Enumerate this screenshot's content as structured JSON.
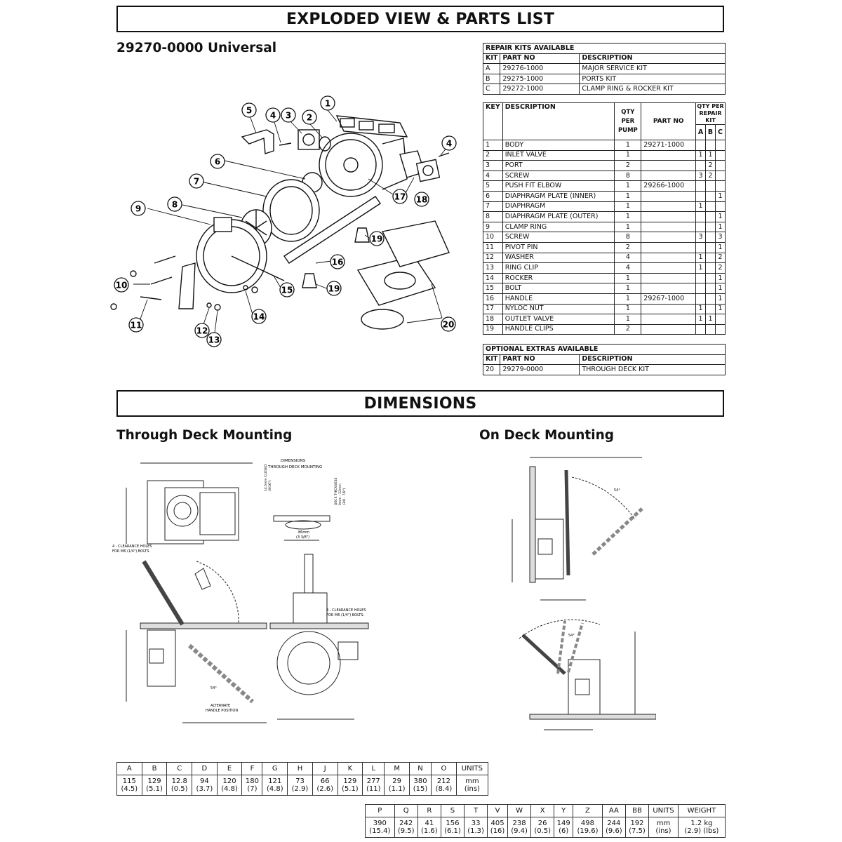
{
  "banners": {
    "parts": "EXPLODED VIEW & PARTS LIST",
    "dims": "DIMENSIONS"
  },
  "model": "29270-0000 Universal",
  "headings": {
    "through": "Through Deck Mounting",
    "ondeck": "On Deck Mounting"
  },
  "repair_kits": {
    "caption": "REPAIR KITS AVAILABLE",
    "headers": [
      "KIT",
      "PART NO",
      "DESCRIPTION"
    ],
    "rows": [
      [
        "A",
        "29276-1000",
        "MAJOR SERVICE KIT"
      ],
      [
        "B",
        "29275-1000",
        "PORTS KIT"
      ],
      [
        "C",
        "29272-1000",
        "CLAMP RING & ROCKER KIT"
      ]
    ]
  },
  "parts": {
    "headers": {
      "key": "KEY",
      "desc": "DESCRIPTION",
      "qty": "QTY PER PUMP",
      "partno": "PART NO",
      "qtykit": "QTY PER REPAIR KIT",
      "a": "A",
      "b": "B",
      "c": "C"
    },
    "rows": [
      [
        "1",
        "BODY",
        "1",
        "29271-1000",
        "",
        "",
        ""
      ],
      [
        "2",
        "INLET VALVE",
        "1",
        "",
        "1",
        "1",
        ""
      ],
      [
        "3",
        "PORT",
        "2",
        "",
        "",
        "2",
        ""
      ],
      [
        "4",
        "SCREW",
        "8",
        "",
        "3",
        "2",
        ""
      ],
      [
        "5",
        "PUSH FIT ELBOW",
        "1",
        "29266-1000",
        "",
        "",
        ""
      ],
      [
        "6",
        "DIAPHRAGM PLATE (INNER)",
        "1",
        "",
        "",
        "",
        "1"
      ],
      [
        "7",
        "DIAPHRAGM",
        "1",
        "",
        "1",
        "",
        ""
      ],
      [
        "8",
        "DIAPHRAGM PLATE (OUTER)",
        "1",
        "",
        "",
        "",
        "1"
      ],
      [
        "9",
        "CLAMP RING",
        "1",
        "",
        "",
        "",
        "1"
      ],
      [
        "10",
        "SCREW",
        "8",
        "",
        "3",
        "",
        "3"
      ],
      [
        "11",
        "PIVOT PIN",
        "2",
        "",
        "",
        "",
        "1"
      ],
      [
        "12",
        "WASHER",
        "4",
        "",
        "1",
        "",
        "2"
      ],
      [
        "13",
        "RING CLIP",
        "4",
        "",
        "1",
        "",
        "2"
      ],
      [
        "14",
        "ROCKER",
        "1",
        "",
        "",
        "",
        "1"
      ],
      [
        "15",
        "BOLT",
        "1",
        "",
        "",
        "",
        "1"
      ],
      [
        "16",
        "HANDLE",
        "1",
        "29267-1000",
        "",
        "",
        "1"
      ],
      [
        "17",
        "NYLOC NUT",
        "1",
        "",
        "1",
        "",
        "1"
      ],
      [
        "18",
        "OUTLET VALVE",
        "1",
        "",
        "1",
        "1",
        ""
      ],
      [
        "19",
        "HANDLE CLIPS",
        "2",
        "",
        "",
        "",
        ""
      ]
    ]
  },
  "extras": {
    "caption": "OPTIONAL EXTRAS AVAILABLE",
    "headers": [
      "KIT",
      "PART NO",
      "DESCRIPTION"
    ],
    "rows": [
      [
        "20",
        "29279-0000",
        "THROUGH DECK KIT"
      ]
    ]
  },
  "callouts": [
    "1",
    "2",
    "3",
    "4",
    "5",
    "6",
    "7",
    "8",
    "9",
    "10",
    "11",
    "12",
    "13",
    "14",
    "15",
    "16",
    "17",
    "18",
    "19",
    "20"
  ],
  "drawing_text": {
    "title1": "DIMENSIONS",
    "title2": "THROUGH DECK MOUNTING",
    "holes": "4 - CLEARANCE HOLES",
    "bolts": "FOR M6 (1/4\") BOLTS.",
    "closed1": "14.5mm CLOSED",
    "closed2": "(9/16\")",
    "deck1": "DECK THICKNESS",
    "deck2": "9mm - 22mm",
    "deck3": "(3/8 - 7/8\")",
    "cut1": "86mm",
    "cut2": "(3 3/8\")",
    "alt1": "ALTERNATE",
    "alt2": "HANDLE POSITION",
    "angle": "54°"
  },
  "table1": {
    "headers": [
      "A",
      "B",
      "C",
      "D",
      "E",
      "F",
      "G",
      "H",
      "J",
      "K",
      "L",
      "M",
      "N",
      "O",
      "UNITS"
    ],
    "mm": [
      "115",
      "129",
      "12.8",
      "94",
      "120",
      "180",
      "121",
      "73",
      "66",
      "129",
      "277",
      "29",
      "380",
      "212",
      "mm"
    ],
    "ins": [
      "(4.5)",
      "(5.1)",
      "(0.5)",
      "(3.7)",
      "(4.8)",
      "(7)",
      "(4.8)",
      "(2.9)",
      "(2.6)",
      "(5.1)",
      "(11)",
      "(1.1)",
      "(15)",
      "(8.4)",
      "(ins)"
    ]
  },
  "table2": {
    "headers": [
      "P",
      "Q",
      "R",
      "S",
      "T",
      "V",
      "W",
      "X",
      "Y",
      "Z",
      "AA",
      "BB",
      "UNITS",
      "WEIGHT"
    ],
    "mm": [
      "390",
      "242",
      "41",
      "156",
      "33",
      "405",
      "238",
      "26",
      "149",
      "498",
      "244",
      "192",
      "mm",
      "1.2  kg"
    ],
    "ins": [
      "(15.4)",
      "(9.5)",
      "(1.6)",
      "(6.1)",
      "(1.3)",
      "(16)",
      "(9.4)",
      "(0.5)",
      "(6)",
      "(19.6)",
      "(9.6)",
      "(7.5)",
      "(ins)",
      "(2.9) (lbs)"
    ]
  }
}
